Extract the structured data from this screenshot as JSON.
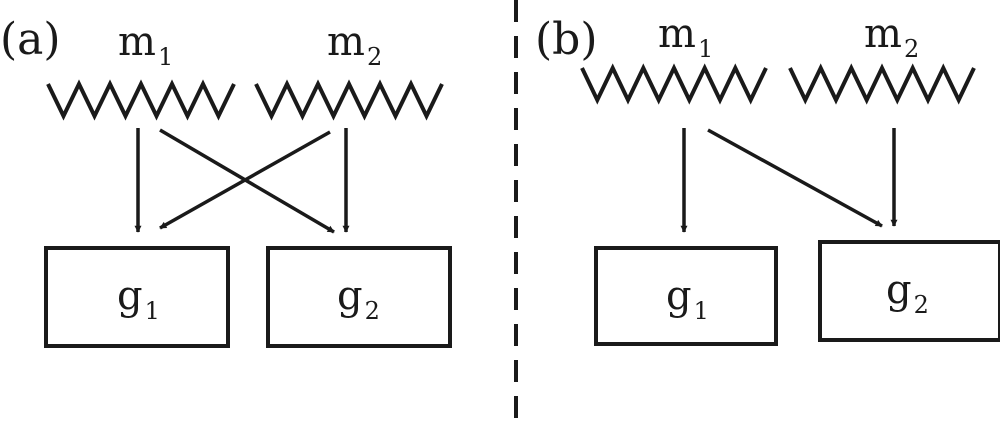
{
  "panels": [
    {
      "label": "(a)",
      "mechanisms": [
        {
          "name": "m",
          "sub": "1"
        },
        {
          "name": "m",
          "sub": "2"
        }
      ],
      "genes": [
        {
          "name": "g",
          "sub": "1"
        },
        {
          "name": "g",
          "sub": "2"
        }
      ],
      "edges": [
        {
          "from": "m1",
          "to": "g1"
        },
        {
          "from": "m1",
          "to": "g2"
        },
        {
          "from": "m2",
          "to": "g1"
        },
        {
          "from": "m2",
          "to": "g2"
        }
      ]
    },
    {
      "label": "(b)",
      "mechanisms": [
        {
          "name": "m",
          "sub": "1"
        },
        {
          "name": "m",
          "sub": "2"
        }
      ],
      "genes": [
        {
          "name": "g",
          "sub": "1"
        },
        {
          "name": "g",
          "sub": "2"
        }
      ],
      "edges": [
        {
          "from": "m1",
          "to": "g1"
        },
        {
          "from": "m1",
          "to": "g2"
        },
        {
          "from": "m2",
          "to": "g2"
        }
      ]
    }
  ],
  "colors": {
    "ink": "#1a1a1a",
    "background": "#ffffff"
  }
}
